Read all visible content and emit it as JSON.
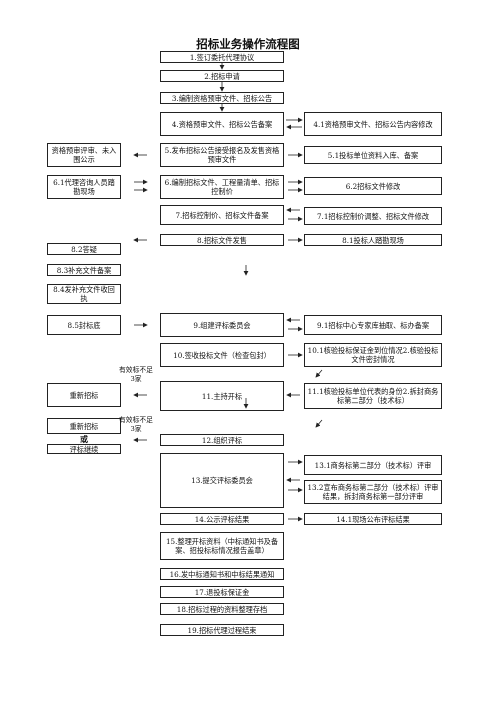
{
  "title": "招标业务操作流程图",
  "steps": {
    "s1": "1.签订委托代理协议",
    "s2": "2.招标申请",
    "s3": "3.编制资格预审文件、招标公告",
    "s4": "4.资格预审文件、招标公告备案",
    "s4r": "4.1资格预审文件、招标公告内容修改",
    "s5": "5.发布招标公告接受报名及发售资格预审文件",
    "s5l": "资格预审评审、未入围公示",
    "s5r": "5.1投标单位资料入库、备案",
    "s6": "6.编制招标文件、工程量清单、招标控制价",
    "s6l": "6.1代理咨询人员踏勘现场",
    "s6r": "6.2招标文件修改",
    "s7": "7.招标控制价、招标文件备案",
    "s7r": "7.1招标控制价调整、招标文件修改",
    "s8": "8.招标文件发售",
    "s8r": "8.1投标人踏勘现场",
    "s82": "8.2答疑",
    "s83": "8.3补充文件备案",
    "s84": "8.4发补充文件收回执",
    "s85": "8.5封标底",
    "s9": "9.组建评标委员会",
    "s9r": "9.1招标中心专家库抽取、标办备案",
    "s10": "10.签收投标文件（检查包封）",
    "s10r": "10.1核验投标保证金到位情况2.核验投标文件密封情况",
    "s11": "11.主持开标",
    "s11l": "重新招标",
    "s11r": "11.1核验投标单位代表的身份2.拆封商务标第二部分（技术标）",
    "note1": "有效标不足3家",
    "s12": "12.组织评标",
    "s12l1": "重新招标",
    "s12l2": "或",
    "s12l3": "评标继续",
    "note2": "有效标不足3家",
    "s13": "13.提交评标委员会",
    "s13r1": "13.1商务标第二部分（技术标）评审",
    "s13r2": "13.2宣布商务标第二部分（技术标）评审结果，拆封商务标第一部分评审",
    "s14": "14.公示评标结果",
    "s14r": "14.1现场公布评标结果",
    "s15": "15.整理开标资料（中标通知书及备案、招投标标情况报告盖章）",
    "s16": "16.发中标通知书和中标结果通知",
    "s17": "17.退投标保证金",
    "s18": "18.招标过程的资料整理存档",
    "s19": "19.招标代理过程结束"
  }
}
